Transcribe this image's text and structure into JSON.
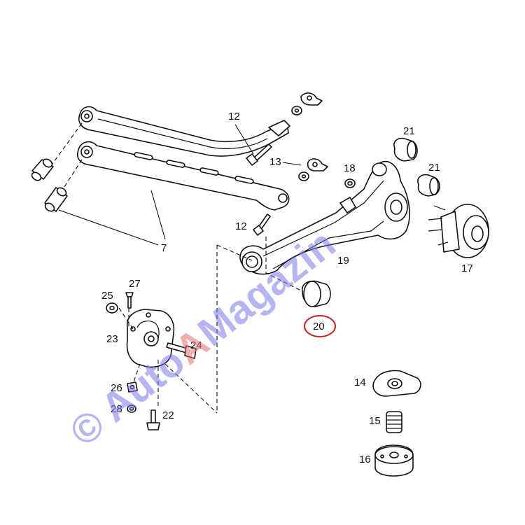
{
  "watermark": {
    "symbol": "©",
    "text_blue_1": "Auto",
    "text_red": "A",
    "text_blue_2": "Magazin",
    "blue_color": "#7b7bea",
    "red_color": "#e36a6a"
  },
  "highlight_color": "#cc2222",
  "labels": {
    "p7": "7",
    "p12a": "12",
    "p12b": "12",
    "p13": "13",
    "p14": "14",
    "p15": "15",
    "p16": "16",
    "p17": "17",
    "p18": "18",
    "p19": "19",
    "p20": "20",
    "p21a": "21",
    "p21b": "21",
    "p22": "22",
    "p23": "23",
    "p24": "24",
    "p25": "25",
    "p26": "26",
    "p27": "27",
    "p28": "28"
  }
}
